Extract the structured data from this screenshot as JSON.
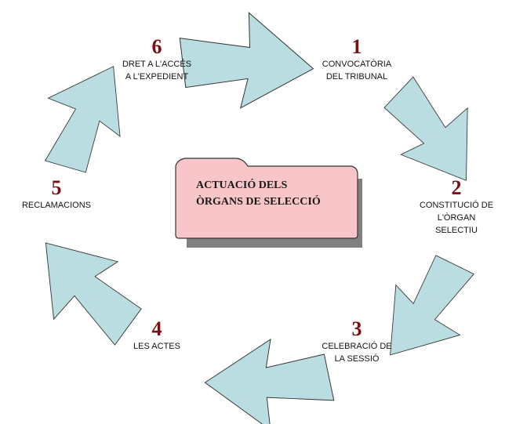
{
  "center": {
    "line1": "ACTUACIÓ DELS",
    "line2": "ÒRGANS DE SELECCIÓ"
  },
  "steps": [
    {
      "number": "1",
      "lines": [
        "CONVOCATÒRIA",
        "DEL TRIBUNAL"
      ]
    },
    {
      "number": "2",
      "lines": [
        "CONSTITUCIÓ DE",
        "L'ÒRGAN",
        "SELECTIU"
      ]
    },
    {
      "number": "3",
      "lines": [
        "CELEBRACIÓ DE",
        "LA SESSIÓ"
      ]
    },
    {
      "number": "4",
      "lines": [
        "LES ACTES"
      ]
    },
    {
      "number": "5",
      "lines": [
        "RECLAMACIONS"
      ]
    },
    {
      "number": "6",
      "lines": [
        "DRET A L'ACCÉS",
        "A L'EXPEDIENT"
      ]
    }
  ],
  "colors": {
    "arrow_fill": "#b9dde0",
    "box_fill": "#f8c6c8",
    "number": "#7a0f14"
  }
}
